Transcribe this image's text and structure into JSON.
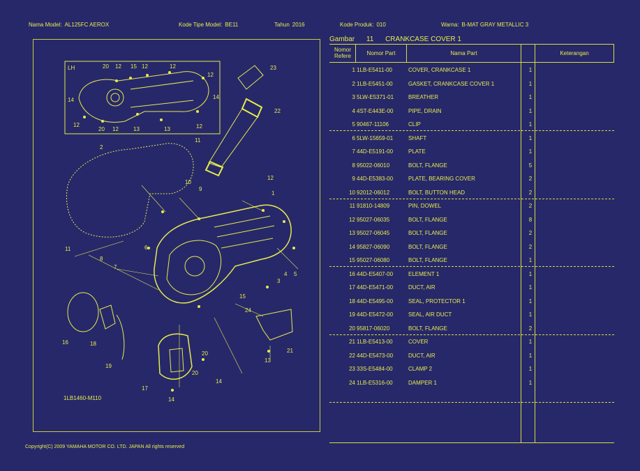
{
  "header": {
    "model_label": "Nama Model:",
    "model_value": "AL125FC AEROX",
    "type_label": "Kode Tipe Model:",
    "type_value": "BE11",
    "year_label": "Tahun",
    "year_value": "2016",
    "product_label": "Kode Produk:",
    "product_value": "010",
    "color_label": "Warna:",
    "color_value": "B-MAT GRAY METALLIC 3"
  },
  "figure": {
    "label": "Gambar",
    "number": "11",
    "title": "CRANKCASE COVER 1"
  },
  "table": {
    "headers": {
      "ref": "Nomor Refere",
      "part_no": "Nomor Part",
      "part_name": "Nama Part",
      "notes": "Keterangan"
    },
    "rows": [
      {
        "ref": "1",
        "part_no": "1LB-E5411-00",
        "name": "COVER, CRANKCASE 1",
        "qty": "1"
      },
      {
        "ref": "2",
        "part_no": "1LB-E5451-00",
        "name": "GASKET, CRANKCASE COVER 1",
        "qty": "1"
      },
      {
        "ref": "3",
        "part_no": "5LW-E5371-01",
        "name": "BREATHER",
        "qty": "1"
      },
      {
        "ref": "4",
        "part_no": "4ST-E443E-00",
        "name": "PIPE, DRAIN",
        "qty": "1"
      },
      {
        "ref": "5",
        "part_no": "90467-11106",
        "name": "CLIP",
        "qty": "1"
      },
      {
        "ref": "6",
        "part_no": "5LW-15659-01",
        "name": "SHAFT",
        "qty": "1"
      },
      {
        "ref": "7",
        "part_no": "44D-E5191-00",
        "name": "PLATE",
        "qty": "1"
      },
      {
        "ref": "8",
        "part_no": "95022-06010",
        "name": "BOLT, FLANGE",
        "qty": "5"
      },
      {
        "ref": "9",
        "part_no": "44D-E5383-00",
        "name": "PLATE, BEARING COVER",
        "qty": "2"
      },
      {
        "ref": "10",
        "part_no": "92012-06012",
        "name": "BOLT, BUTTON HEAD",
        "qty": "2"
      },
      {
        "ref": "11",
        "part_no": "91810-14809",
        "name": "PIN, DOWEL",
        "qty": "2"
      },
      {
        "ref": "12",
        "part_no": "95027-06035",
        "name": "BOLT, FLANGE",
        "qty": "8"
      },
      {
        "ref": "13",
        "part_no": "95027-06045",
        "name": "BOLT, FLANGE",
        "qty": "2"
      },
      {
        "ref": "14",
        "part_no": "95827-06090",
        "name": "BOLT, FLANGE",
        "qty": "2"
      },
      {
        "ref": "15",
        "part_no": "95027-06080",
        "name": "BOLT, FLANGE",
        "qty": "1"
      },
      {
        "ref": "16",
        "part_no": "44D-E5407-00",
        "name": "ELEMENT 1",
        "qty": "1"
      },
      {
        "ref": "17",
        "part_no": "44D-E5471-00",
        "name": "DUCT, AIR",
        "qty": "1"
      },
      {
        "ref": "18",
        "part_no": "44D-E5495-00",
        "name": "SEAL, PROTECTOR 1",
        "qty": "1"
      },
      {
        "ref": "19",
        "part_no": "44D-E5472-00",
        "name": "SEAL, AIR DUCT",
        "qty": "1"
      },
      {
        "ref": "20",
        "part_no": "95817-06020",
        "name": "BOLT, FLANGE",
        "qty": "2"
      },
      {
        "ref": "21",
        "part_no": "1LB-E5413-00",
        "name": "COVER",
        "qty": "1"
      },
      {
        "ref": "22",
        "part_no": "44D-E5473-00",
        "name": "DUCT, AIR",
        "qty": "1"
      },
      {
        "ref": "23",
        "part_no": "33S-E5484-00",
        "name": "CLAMP 2",
        "qty": "1"
      },
      {
        "ref": "24",
        "part_no": "1LB-E5316-00",
        "name": "DAMPER 1",
        "qty": "1"
      }
    ]
  },
  "diagram": {
    "inset_label": "LH",
    "code": "1LB1460-M110",
    "callouts": {
      "c1": "1",
      "c2": "2",
      "c3": "3",
      "c4": "4",
      "c5": "5",
      "c6": "6",
      "c7": "7",
      "c8": "8",
      "c9": "9",
      "c10": "10",
      "c11": "11",
      "c12": "12",
      "c13": "13",
      "c14": "14",
      "c15": "15",
      "c16": "16",
      "c17": "17",
      "c18": "18",
      "c19": "19",
      "c20": "20",
      "c21": "21",
      "c22": "22",
      "c23": "23",
      "c24": "24"
    }
  },
  "footer": {
    "copyright": "Copyright(C) 2009 YAMAHA MOTOR CO. LTD. JAPAN All rights reserved"
  },
  "colors": {
    "background": "#27286a",
    "line": "#e6ec4a"
  }
}
